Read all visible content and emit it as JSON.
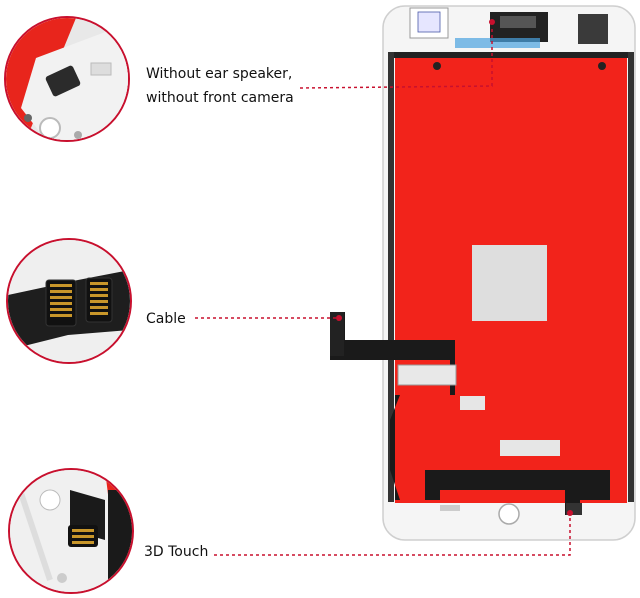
{
  "callouts": [
    {
      "id": "ear",
      "lines": [
        "Without ear speaker,",
        "without front camera"
      ]
    },
    {
      "id": "cable",
      "lines": [
        "Cable"
      ]
    },
    {
      "id": "touch",
      "lines": [
        "3D Touch"
      ]
    }
  ],
  "colors": {
    "accent": "#c8102e",
    "panel_red": "#f2231b",
    "frame": "#f5f5f5",
    "cable": "#1a1a1a",
    "connector": "#c8962a"
  }
}
